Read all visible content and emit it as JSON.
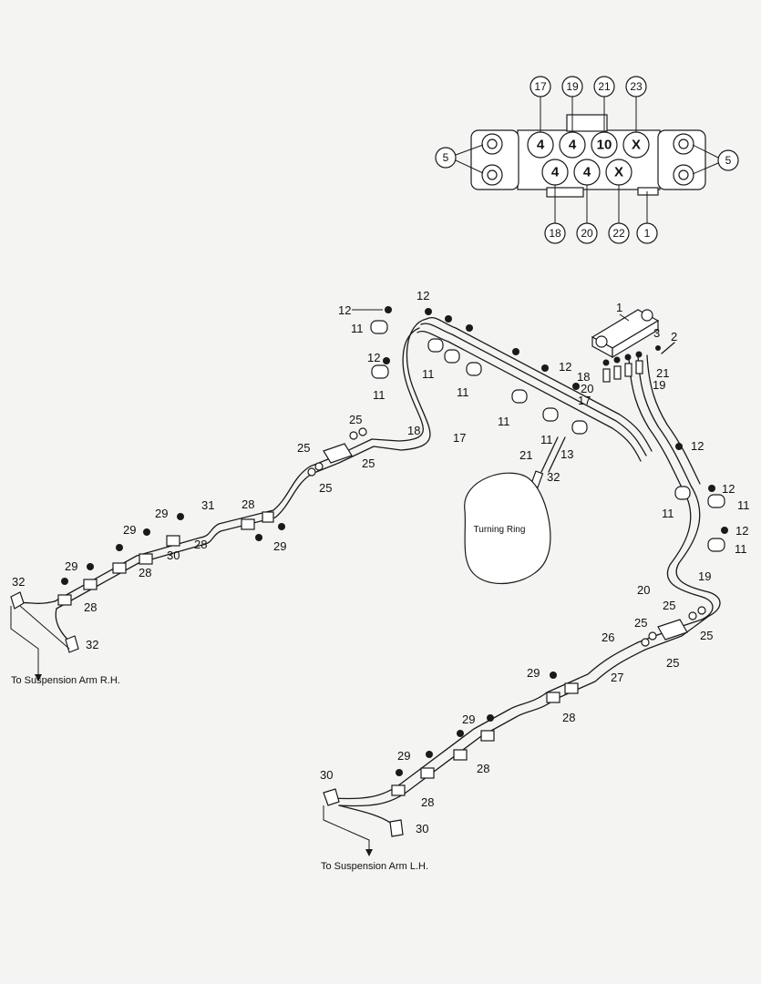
{
  "valve_ports": {
    "top": [
      "4",
      "4",
      "10",
      "X"
    ],
    "bottom": [
      "4",
      "4",
      "X"
    ]
  },
  "callouts_top": [
    "17",
    "19",
    "21",
    "23"
  ],
  "callouts_bottom": [
    "18",
    "20",
    "22",
    "1"
  ],
  "callout_side_left": "5",
  "callout_side_right": "5",
  "parts": {
    "p1": "1",
    "p2": "2",
    "p3": "3",
    "p11": "11",
    "p12": "12",
    "p13": "13",
    "p17": "17",
    "p18": "18",
    "p19": "19",
    "p20": "20",
    "p21": "21",
    "p25": "25",
    "p26": "26",
    "p27": "27",
    "p28": "28",
    "p29": "29",
    "p30": "30",
    "p31": "31",
    "p32": "32"
  },
  "turning_ring_label": "Turning Ring",
  "note_rh": "To Suspension Arm R.H.",
  "note_lh": "To Suspension Arm L.H.",
  "colors": {
    "ink": "#1a1a1a",
    "paper": "#f4f4f2"
  }
}
